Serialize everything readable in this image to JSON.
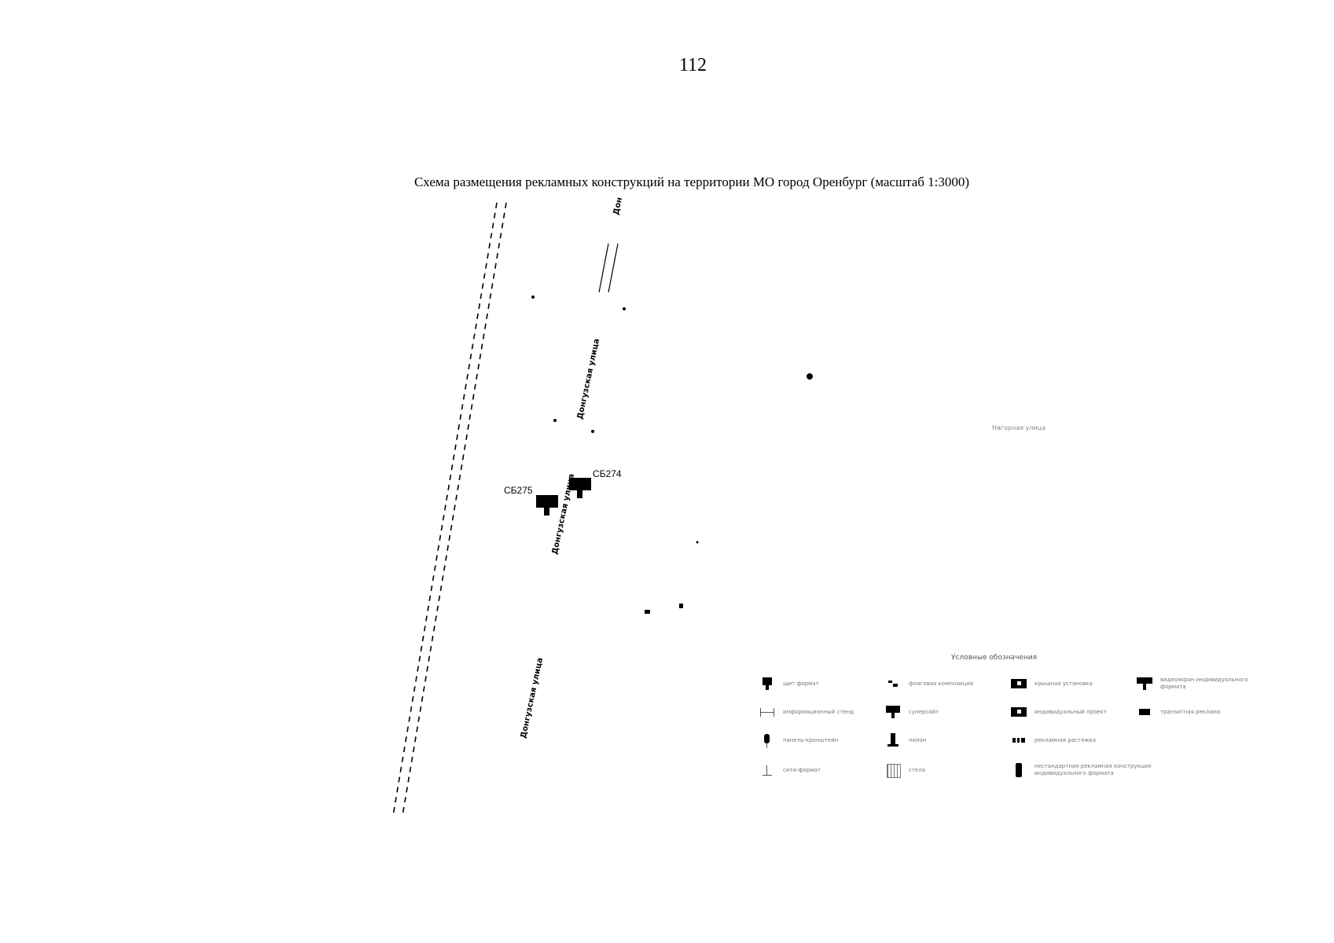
{
  "page": {
    "number": "112"
  },
  "map": {
    "title": "Схема размещения рекламных конструкций на территории МО город Оренбург (масштаб 1:3000)",
    "streets": [
      {
        "id": "s1",
        "label": "Донгузская улица",
        "style": "dark"
      },
      {
        "id": "s2",
        "label": "Донгузская улица",
        "style": "dark"
      },
      {
        "id": "s3",
        "label": "Донгузская улица",
        "style": "dark"
      },
      {
        "id": "s4",
        "label": "Дон",
        "style": "dark"
      },
      {
        "id": "s5",
        "label": "Нагорная улица",
        "style": "faint"
      }
    ],
    "constructions": [
      {
        "code": "СБ274",
        "type": "billboard"
      },
      {
        "code": "СБ275",
        "type": "billboard"
      }
    ]
  },
  "legend": {
    "title": "Условные обозначения",
    "items": [
      {
        "icon": "billboard",
        "label": "щит формат"
      },
      {
        "icon": "flag",
        "label": "флаговая композиция"
      },
      {
        "icon": "roof",
        "label": "крышная установка"
      },
      {
        "icon": "videoscreen",
        "label": "видеоэкран индивидуального формата"
      },
      {
        "icon": "info-stand",
        "label": "информационный стенд"
      },
      {
        "icon": "supersite",
        "label": "суперсайт"
      },
      {
        "icon": "individual",
        "label": "индивидуальный проект"
      },
      {
        "icon": "transit",
        "label": "транзитная реклама"
      },
      {
        "icon": "bracket",
        "label": "панель-кронштейн"
      },
      {
        "icon": "pylon",
        "label": "пилон"
      },
      {
        "icon": "banner",
        "label": "рекламная растяжка"
      },
      {
        "icon": "city-format",
        "label": "сити-формат"
      },
      {
        "icon": "stele",
        "label": "стела"
      },
      {
        "icon": "nonstandard",
        "label": "нестандартная рекламная конструкция индивидуального формата"
      }
    ]
  }
}
